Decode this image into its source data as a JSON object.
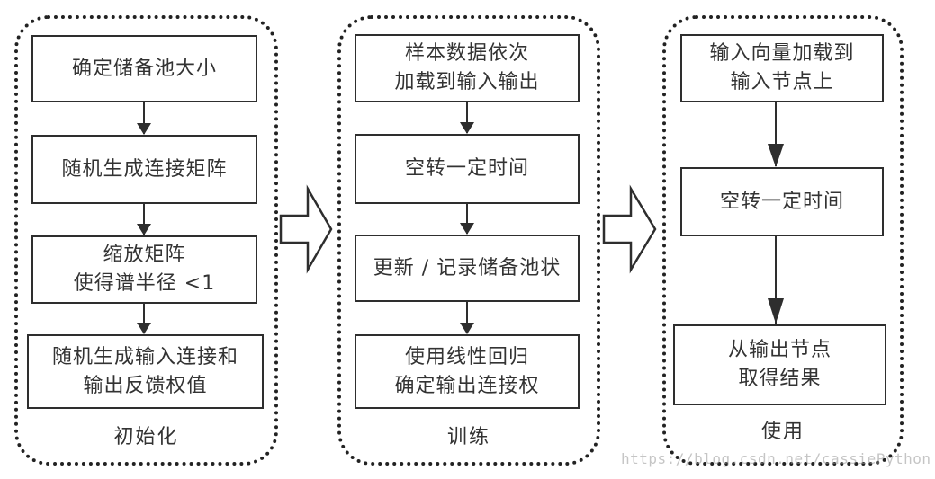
{
  "diagram": {
    "type": "flowchart",
    "stages": [
      {
        "id": "init",
        "label": "初始化",
        "steps": [
          {
            "lines": [
              "确定储备池大小"
            ]
          },
          {
            "lines": [
              "随机生成连接矩阵"
            ]
          },
          {
            "lines": [
              "缩放矩阵",
              "使得谱半径 <1"
            ]
          },
          {
            "lines": [
              "随机生成输入连接和",
              "输出反馈权值"
            ]
          }
        ]
      },
      {
        "id": "train",
        "label": "训练",
        "steps": [
          {
            "lines": [
              "样本数据依次",
              "加载到输入输出"
            ]
          },
          {
            "lines": [
              "空转一定时间"
            ]
          },
          {
            "lines": [
              "更新 / 记录储备池状"
            ]
          },
          {
            "lines": [
              "使用线性回归",
              "确定输出连接权"
            ]
          }
        ]
      },
      {
        "id": "use",
        "label": "使用",
        "steps": [
          {
            "lines": [
              "输入向量加载到",
              "输入节点上"
            ]
          },
          {
            "lines": [
              "空转一定时间"
            ]
          },
          {
            "lines": [
              "从输出节点",
              "取得结果"
            ]
          }
        ]
      }
    ],
    "stage_transitions": [
      {
        "from": "init",
        "to": "train",
        "icon": "hollow-right-arrow-icon"
      },
      {
        "from": "train",
        "to": "use",
        "icon": "hollow-right-arrow-icon"
      }
    ],
    "colors": {
      "stroke": "#2e2e2e",
      "text": "#333333",
      "background": "#ffffff"
    }
  },
  "watermark": "https://blog.csdn.net/cassiePython"
}
